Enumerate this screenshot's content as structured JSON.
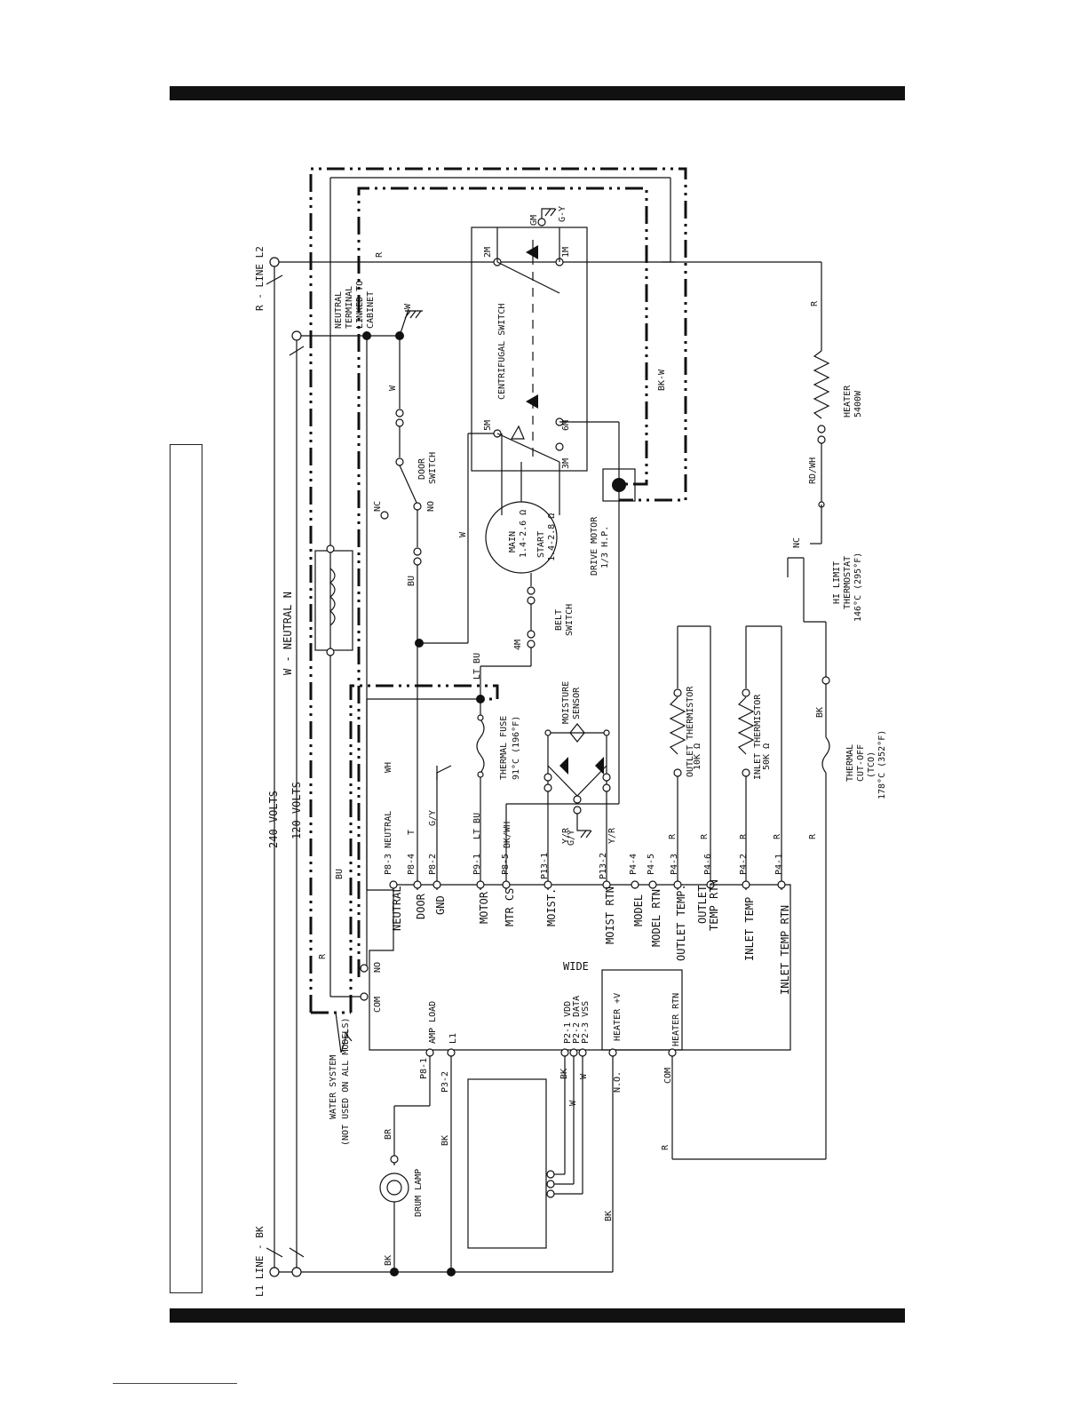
{
  "diagram": {
    "power": {
      "l1_line": "L1 LINE - BK",
      "l2_line": "R - LINE L2",
      "neutral": "W - NEUTRAL N",
      "v240": "240 VOLTS",
      "v120": "120 VOLTS"
    },
    "water_system": {
      "line1": "WATER SYSTEM",
      "line2": "(NOT USED ON ALL MODELS)"
    },
    "neutral_terminal": {
      "line1": "NEUTRAL",
      "line2": "TERMINAL",
      "line3": "LINKED TO",
      "line4": "CABINET"
    },
    "door_switch": {
      "name1": "DOOR",
      "name2": "SWITCH",
      "nc": "NC",
      "no": "NO"
    },
    "centrifugal_switch": {
      "name": "CENTRIFUGAL SWITCH",
      "t1m": "1M",
      "t2m": "2M",
      "t3m": "3M",
      "t5m": "5M",
      "t6m": "6M",
      "tgm": "GM",
      "gy": "G-Y"
    },
    "drive_motor": {
      "main1": "MAIN",
      "main2": "1.4-2.6 Ω",
      "start1": "START",
      "start2": "1.4-2.8 Ω",
      "name1": "DRIVE MOTOR",
      "name2": "1/3 H.P."
    },
    "belt_switch": {
      "name1": "BELT",
      "name2": "SWITCH",
      "t4m": "4M"
    },
    "thermal_fuse": {
      "name": "THERMAL FUSE",
      "rating": "91°C (196°F)"
    },
    "moisture_sensor": {
      "name1": "MOISTURE",
      "name2": "SENSOR",
      "gy": "G/Y"
    },
    "outlet_thermistor": {
      "name": "OUTLET THERMISTOR",
      "value": "10K Ω"
    },
    "inlet_thermistor": {
      "name": "INLET THERMISTOR",
      "value": "50K Ω"
    },
    "heater": {
      "name": "HEATER",
      "value": "5400W"
    },
    "hi_limit": {
      "name1": "HI LIMIT",
      "name2": "THERMOSTAT",
      "rating": "146°C (295°F)",
      "nc": "NC"
    },
    "tco": {
      "name1": "THERMAL",
      "name2": "CUT-OFF",
      "name3": "(TCO)",
      "rating": "178°C (352°F)"
    },
    "drum_lamp": {
      "name": "DRUM LAMP"
    },
    "board": {
      "wide": "WIDE",
      "pins_left": [
        "NEUTRAL",
        "DOOR",
        "GND",
        "MOTOR",
        "MTR CS",
        "MOIST.",
        "MOIST RTN",
        "MODEL",
        "MODEL RTN",
        "OUTLET TEMP.",
        "OUTLET",
        "TEMP RTN",
        "INLET TEMP",
        "INLET TEMP RTN"
      ],
      "pins_bottom": [
        "COM",
        "NO",
        "AMP LOAD",
        "L1"
      ],
      "p2": [
        "P2-1 VDD",
        "P2-2 DATA",
        "P2-3 VSS"
      ],
      "heater_v": "HEATER +V",
      "heater_rtn": "HEATER RTN",
      "relay_no": "N.O.",
      "relay_com": "COM"
    },
    "connectors": {
      "p8_3": "P8-3 NEUTRAL",
      "p8_4": "P8-4",
      "p8_2": "P8-2",
      "p9_1": "P9-1",
      "p8_5": "P8-5",
      "p13_1": "P13-1",
      "p13_2": "P13-2",
      "p4_4": "P4-4",
      "p4_5": "P4-5",
      "p4_3": "P4-3",
      "p4_6": "P4-6",
      "p4_2": "P4-2",
      "p4_1": "P4-1",
      "p8_1": "P8-1",
      "p3_2": "P3-2"
    },
    "wires": {
      "wh": "WH",
      "t": "T",
      "gy": "G/Y",
      "ltbu": "LT BU",
      "bkwh": "BK/WH",
      "yr": "Y/R",
      "r": "R",
      "bu": "BU",
      "w": "W",
      "bkw": "BK-W",
      "rdwh": "RD/WH",
      "bk": "BK",
      "br": "BR"
    }
  }
}
